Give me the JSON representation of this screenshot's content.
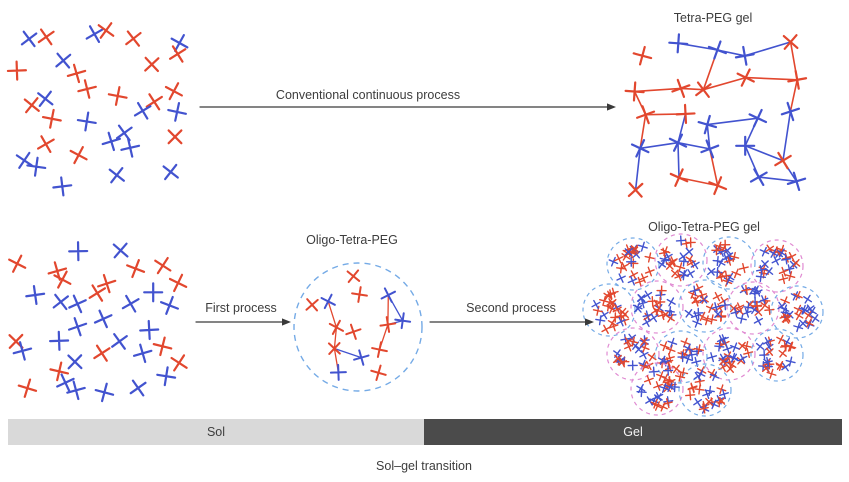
{
  "colors": {
    "red": "#e2472e",
    "blue": "#4253cf",
    "circle_blue": "#74aae6",
    "circle_pink": "#e08ad2",
    "arrow": "#3a3a3a",
    "bar_sol": "#d9d9d9",
    "bar_gel": "#4b4b4b"
  },
  "top": {
    "arrow_label": "Conventional continuous process",
    "product_label": "Tetra-PEG gel"
  },
  "bottom": {
    "first_arrow_label": "First process",
    "intermediate_label": "Oligo-Tetra-PEG",
    "second_arrow_label": "Second process",
    "product_label": "Oligo-Tetra-PEG gel"
  },
  "bar": {
    "sol_label": "Sol",
    "gel_label": "Gel",
    "caption": "Sol–gel transition"
  }
}
